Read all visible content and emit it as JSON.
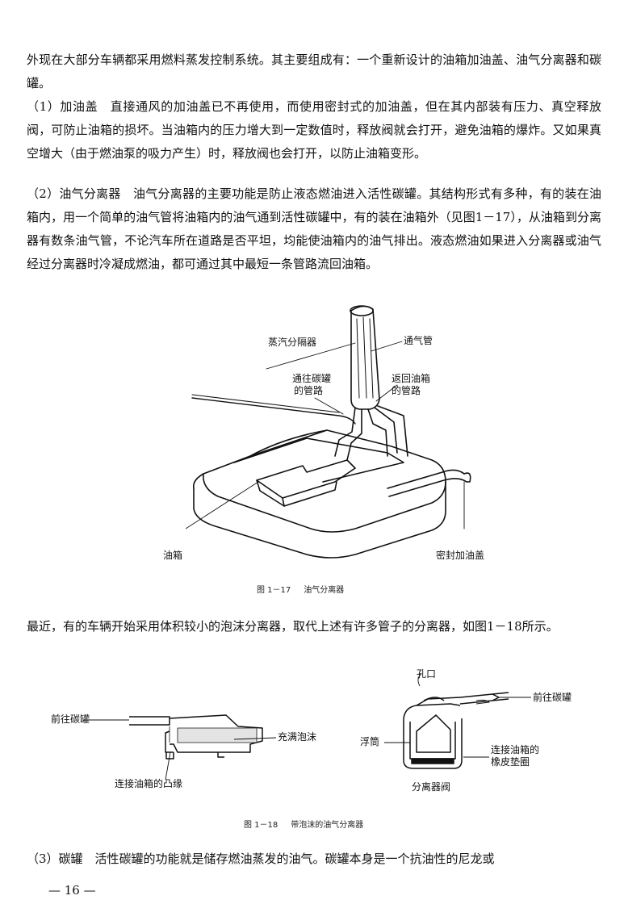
{
  "paragraphs": {
    "intro": "外现在大部分车辆都采用燃料蒸发控制系统。其主要组成有：一个重新设计的油箱加油盖、油气分离器和碳罐。",
    "p1": "（1）加油盖　直接通风的加油盖已不再使用，而使用密封式的加油盖，但在其内部装有压力、真空释放阀，可防止油箱的损坏。当油箱内的压力增大到一定数值时，释放阀就会打开，避免油箱的爆炸。又如果真空增大（由于燃油泵的吸力产生）时，释放阀也会打开，以防止油箱变形。",
    "p2": "（2）油气分离器　油气分离器的主要功能是防止液态燃油进入活性碳罐。其结构形式有多种，有的装在油箱内，用一个简单的油气管将油箱内的油气通到活性碳罐中，有的装在油箱外（见图1－17），从油箱到分离器有数条油气管，不论汽车所在道路是否平坦，均能使油箱内的油气排出。液态燃油如果进入分离器或油气经过分离器时冷凝成燃油，都可通过其中最短一条管路流回油箱。",
    "foam": "最近，有的车辆开始采用体积较小的泡沫分离器，取代上述有许多管子的分离器，如图1－18所示。",
    "p3": "（3）碳罐　活性碳罐的功能就是储存燃油蒸发的油气。碳罐本身是一个抗油性的尼龙或"
  },
  "figure1": {
    "labels": {
      "vapor_separator": "蒸汽分隔器",
      "vent_pipe": "通气管",
      "to_canister_line1": "通往碳罐",
      "to_canister_line2": "的管路",
      "return_line1": "返回油箱",
      "return_line2": "的管路",
      "tank": "油箱",
      "sealed_cap": "密封加油盖"
    },
    "caption_num": "图 1－17",
    "caption_title": "油气分离器"
  },
  "figure2": {
    "labels": {
      "to_canister_left": "前往碳罐",
      "filled_foam": "充满泡沫",
      "tank_flange": "连接油箱的凸缘",
      "hole": "孔口",
      "to_canister_right": "前往碳罐",
      "float": "浮筒",
      "gasket_line1": "连接油箱的",
      "gasket_line2": "橡皮垫圈",
      "valve": "分离器阀"
    },
    "caption_num": "图 1－18",
    "caption_title": "带泡沫的油气分离器"
  },
  "page_number": "— 16 —"
}
